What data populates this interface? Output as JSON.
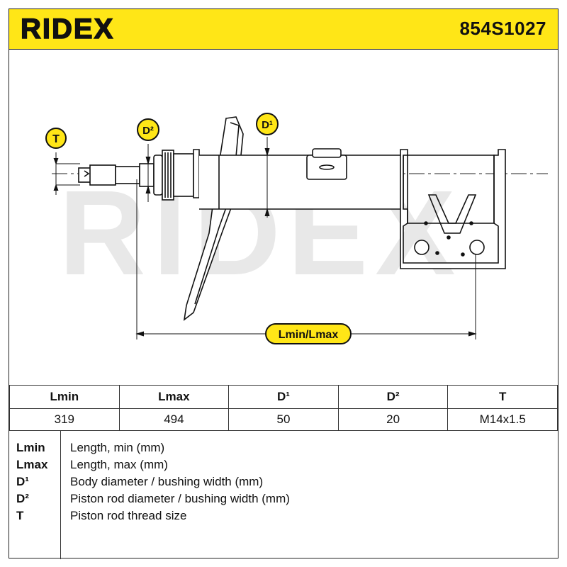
{
  "header": {
    "brand": "RIDEX",
    "part_number": "854S1027"
  },
  "diagram": {
    "labels": {
      "t": "T",
      "d2": "D²",
      "d1": "D¹",
      "length": "Lmin/Lmax"
    },
    "watermark": "RIDEX",
    "colors": {
      "badge_yellow": "#ffe617",
      "badge_outline": "#111111",
      "watermark": "#e6e6e6"
    }
  },
  "specs": {
    "columns": [
      "Lmin",
      "Lmax",
      "D¹",
      "D²",
      "T"
    ],
    "values": [
      "319",
      "494",
      "50",
      "20",
      "M14x1.5"
    ]
  },
  "legend": [
    {
      "abbr": "Lmin",
      "desc": "Length, min (mm)"
    },
    {
      "abbr": "Lmax",
      "desc": "Length, max (mm)"
    },
    {
      "abbr": "D¹",
      "desc": "Body diameter / bushing width (mm)"
    },
    {
      "abbr": "D²",
      "desc": "Piston rod diameter / bushing width (mm)"
    },
    {
      "abbr": "T",
      "desc": "Piston rod thread size"
    }
  ]
}
